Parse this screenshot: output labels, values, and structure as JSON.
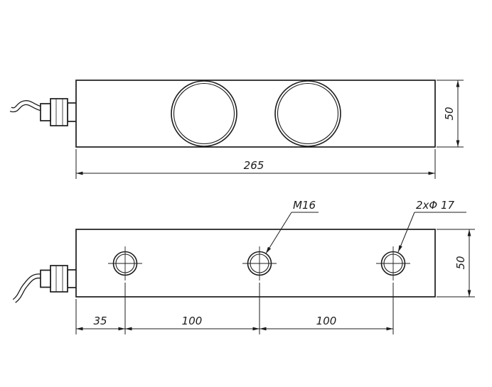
{
  "meta": {
    "ink_color": "#1c1c1c",
    "background_color": "#ffffff"
  },
  "top_view": {
    "dim_length": "265",
    "dim_height": "50"
  },
  "front_view": {
    "thread_label": "M16",
    "holes_label": "2xΦ 17",
    "dim_left_offset": "35",
    "dim_spacing_1": "100",
    "dim_spacing_2": "100",
    "dim_height": "50"
  }
}
